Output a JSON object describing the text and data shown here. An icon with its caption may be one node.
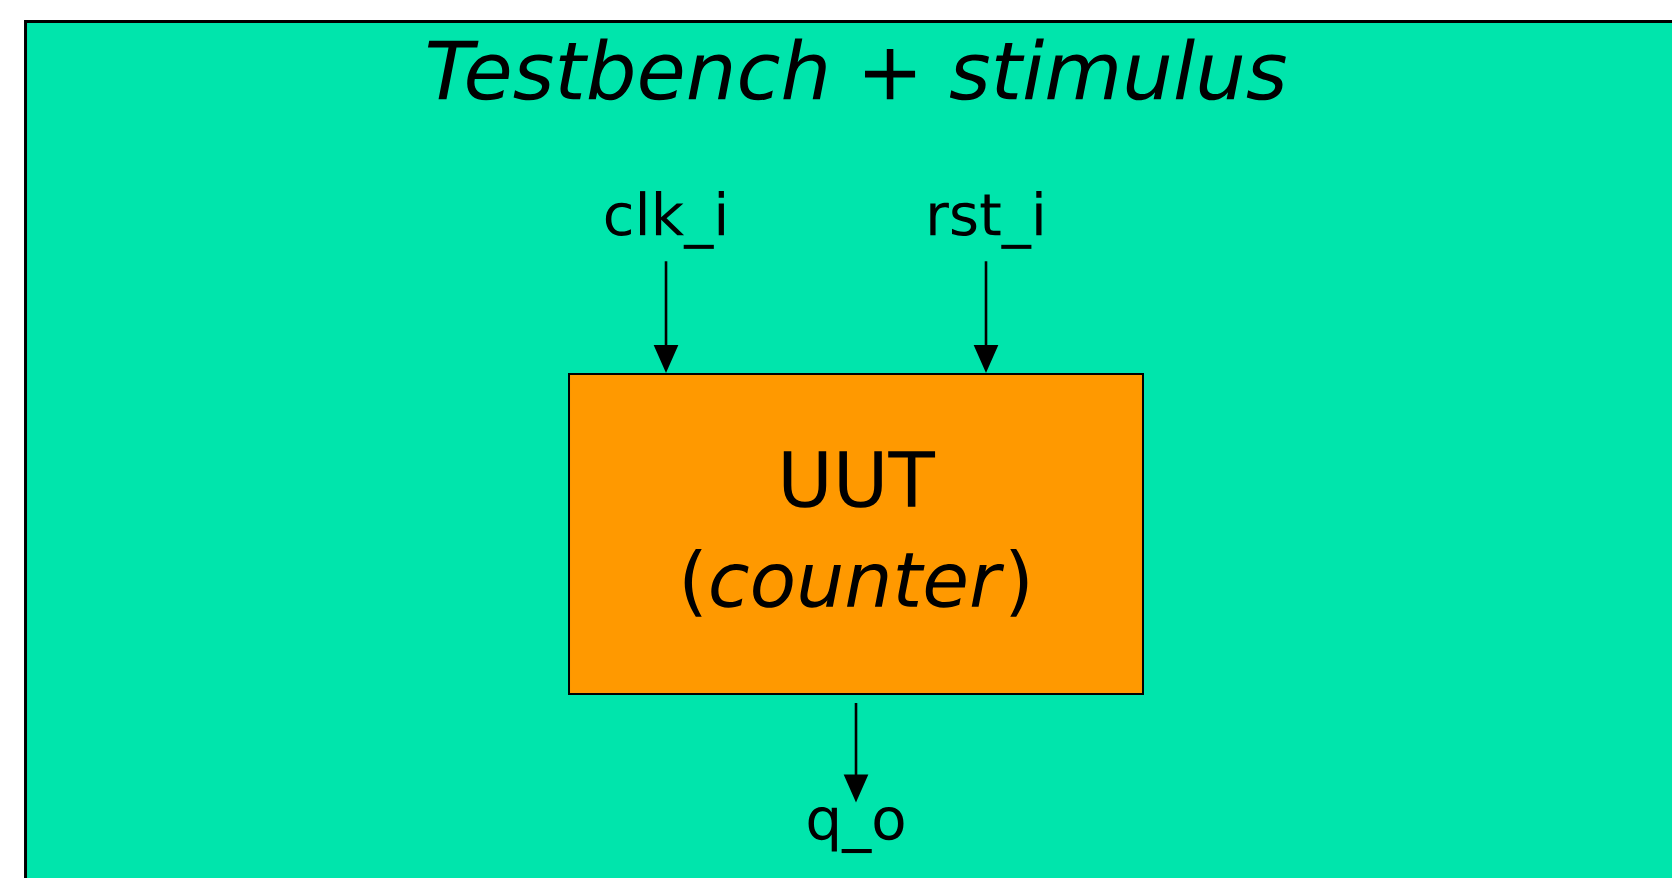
{
  "diagram": {
    "nodes": [
      {
        "text": [
          "*Testbench* + *stimulus*"
        ]
      },
      {
        "text": [
          "clk_i"
        ],
        "in": 0
      },
      {
        "text": [
          "rst_i"
        ],
        "in": 0
      },
      {
        "text": [
          "UUT (*counter*)"
        ],
        "in": 0
      },
      {
        "text": [
          "q_o"
        ],
        "in": 0
      }
    ],
    "edges": [
      {
        "from": 1,
        "to": 3,
        "arrow": "to"
      },
      {
        "from": 2,
        "to": 3,
        "arrow": "to"
      },
      {
        "from": 3,
        "to": 4,
        "arrow": "to"
      }
    ]
  }
}
